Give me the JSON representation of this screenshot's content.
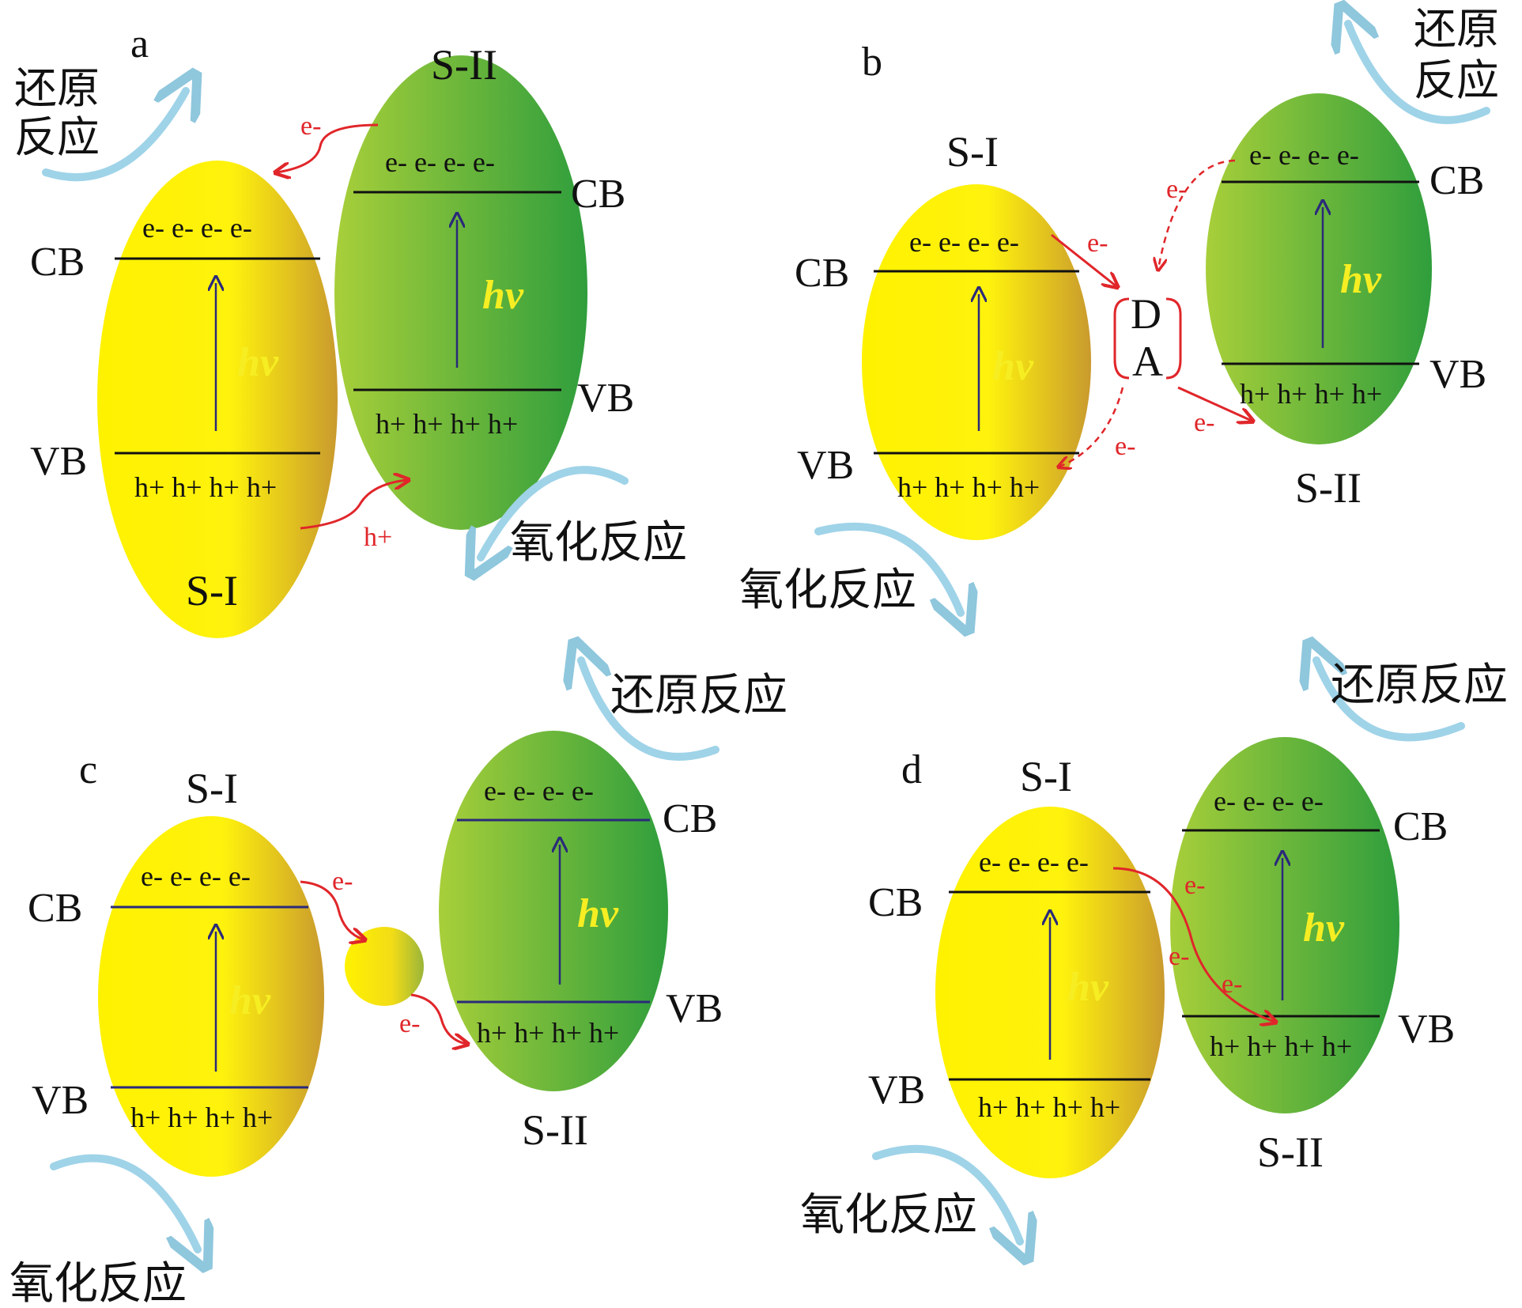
{
  "colors": {
    "yellow_light": "#fff200",
    "yellow_dark": "#c99a2e",
    "green_light": "#a8cf3a",
    "green_dark": "#2f9e3c",
    "arrow_red": "#e0262a",
    "arrow_blue": "#2a2a7a",
    "reaction_arrow": "#9fd3e8",
    "hv_text": "#f6ee22"
  },
  "icons": {
    "reaction": "curved-arrow-icon",
    "transfer": "red-curved-arrow-icon",
    "excitation": "up-arrow-icon"
  },
  "common": {
    "cb": "CB",
    "vb": "VB",
    "hv": "hv",
    "s1": "S-I",
    "s2": "S-II",
    "electrons": "e- e- e- e-",
    "holes": "h+ h+ h+ h+",
    "e_minus": "e-",
    "h_plus": "h+",
    "reduction": "还原反应",
    "reduction_top": "还原",
    "reduction_bottom": "反应",
    "oxidation": "氧化反应",
    "d": "D",
    "a": "A"
  },
  "panels": {
    "a": {
      "label": "a"
    },
    "b": {
      "label": "b"
    },
    "c": {
      "label": "c"
    },
    "d": {
      "label": "d"
    }
  }
}
